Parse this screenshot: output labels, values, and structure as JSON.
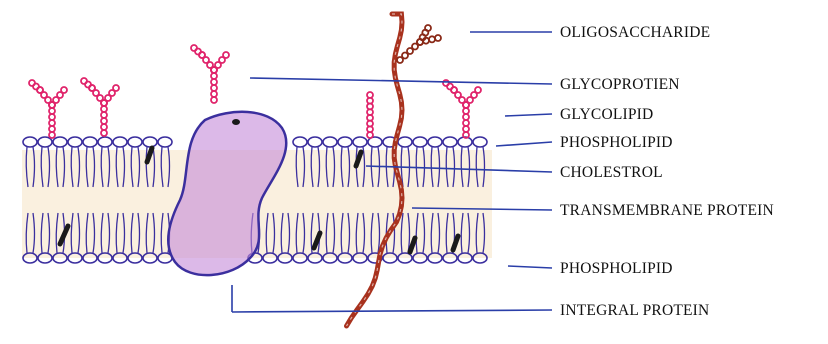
{
  "labels": {
    "oligosaccharide": "OLIGOSACCHARIDE",
    "glycoprotein": "GLYCOPROTIEN",
    "glycolipid": "GLYCOLIPID",
    "phospholipid_top": "PHOSPHOLIPID",
    "cholesterol": "CHOLESTROL",
    "transmembrane_protein": "TRANSMEMBRANE PROTEIN",
    "phospholipid_bottom": "PHOSPHOLIPID",
    "integral_protein": "INTEGRAL PROTEIN"
  },
  "colors": {
    "lipid": "#3b2f9e",
    "sugar_chain": "#e0246b",
    "strand": "#a8321e",
    "protein": "#c48ad8",
    "band": "#f5e3c4",
    "cholesterol": "#1a1a1a",
    "leader_line": "#2a3ea8"
  }
}
